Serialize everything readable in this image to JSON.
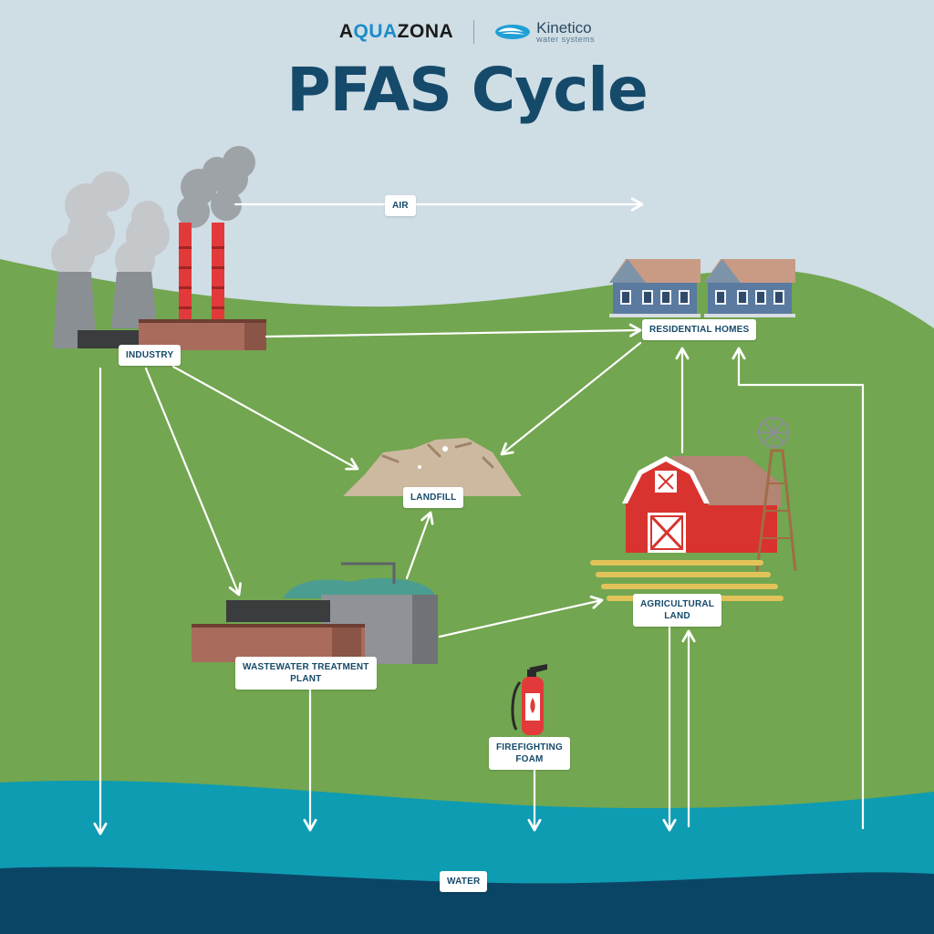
{
  "header": {
    "brand_left": {
      "prefix": "A",
      "accent": "QUA",
      "suffix": "ZONA"
    },
    "brand_right": {
      "name": "Kinetico",
      "tagline": "water systems"
    },
    "title": "PFAS Cycle"
  },
  "nodes": {
    "industry": "INDUSTRY",
    "residential": "RESIDENTIAL HOMES",
    "landfill": "LANDFILL",
    "agricultural": [
      "AGRICULTURAL",
      "LAND"
    ],
    "wastewater": [
      "WASTEWATER TREATMENT",
      "PLANT"
    ],
    "firefighting": [
      "FIREFIGHTING",
      "FOAM"
    ],
    "air": "AIR",
    "water": "WATER"
  },
  "colors": {
    "sky": "#cfdde5",
    "grass": "#72a650",
    "water_light": "#0e9cb2",
    "water_dark": "#0b4566",
    "title": "#154a6a",
    "arrow": "#ffffff"
  }
}
